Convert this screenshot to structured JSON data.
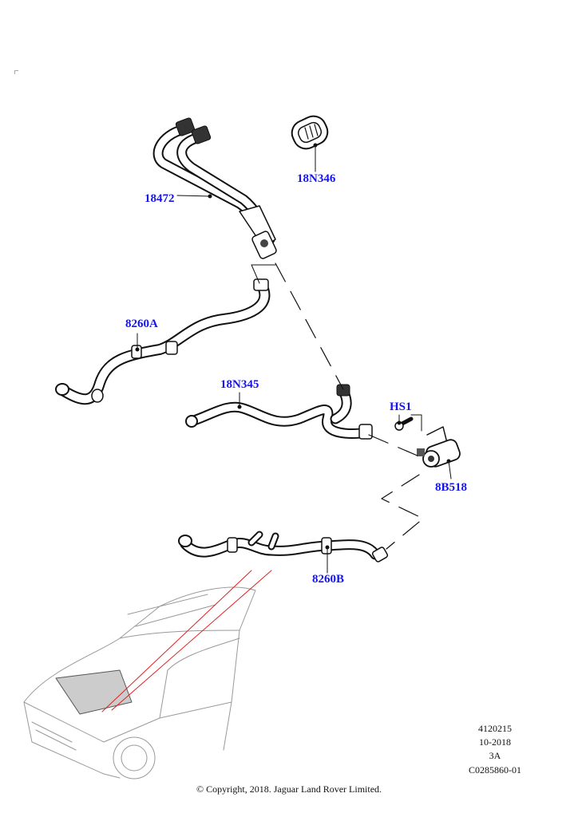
{
  "callouts": {
    "hose_18472": "18472",
    "seal_18N346": "18N346",
    "hose_8260A": "8260A",
    "hose_18N345": "18N345",
    "bolt_HS1": "HS1",
    "pump_8B518": "8B518",
    "hose_8260B": "8260B"
  },
  "footer": {
    "ref_number": "4120215",
    "date": "10-2018",
    "revision": "3A",
    "illustration_code": "C0285860-01",
    "copyright": "© Copyright, 2018. Jaguar Land Rover Limited."
  },
  "colors": {
    "callout": "#1414f0",
    "locator_line": "#e02020"
  }
}
